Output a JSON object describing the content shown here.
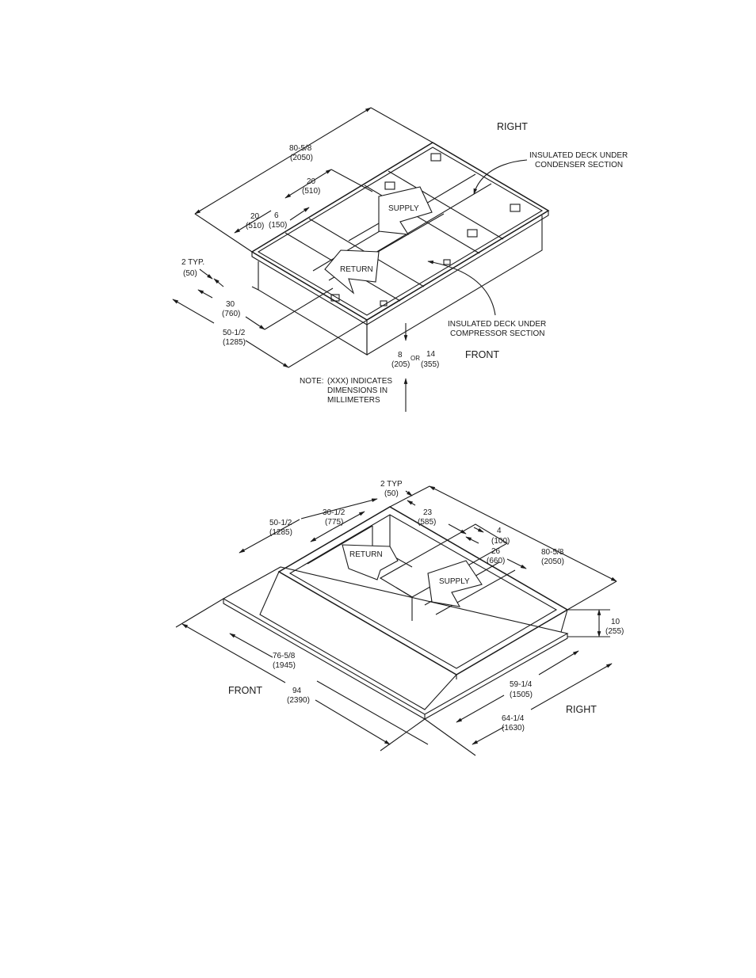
{
  "top": {
    "right": "RIGHT",
    "front": "FRONT",
    "supply": "SUPPLY",
    "return": "RETURN",
    "deck_condenser": [
      "INSULATED DECK UNDER",
      "CONDENSER SECTION"
    ],
    "deck_compressor": [
      "INSULATED DECK UNDER",
      "COMPRESSOR SECTION"
    ],
    "dims": {
      "d80": [
        "80-5/8",
        "(2050)"
      ],
      "d20a": [
        "20",
        "(510)"
      ],
      "d20b": [
        "20",
        "(510)"
      ],
      "d6": [
        "6",
        "(150)"
      ],
      "d2": [
        "2 TYP.",
        "(50)"
      ],
      "d30": [
        "30",
        "(760)"
      ],
      "d50": [
        "50-1/2",
        "(1285)"
      ],
      "d8": [
        "8",
        "(205)"
      ],
      "or": "OR",
      "d14": [
        "14",
        "(355)"
      ]
    },
    "note": [
      "NOTE:",
      "(XXX) INDICATES",
      "DIMENSIONS IN",
      "MILLIMETERS"
    ]
  },
  "bottom": {
    "right": "RIGHT",
    "front": "FRONT",
    "supply": "SUPPLY",
    "return": "RETURN",
    "dims": {
      "d2": [
        "2 TYP",
        "(50)"
      ],
      "d23": [
        "23",
        "(585)"
      ],
      "d4": [
        "4",
        "(100)"
      ],
      "d26": [
        "26",
        "(660)"
      ],
      "d80": [
        "80-5/8",
        "(2050)"
      ],
      "d10": [
        "10",
        "(255)"
      ],
      "d50": [
        "50-1/2",
        "(1285)"
      ],
      "d30": [
        "30-1/2",
        "(775)"
      ],
      "d76": [
        "76-5/8",
        "(1945)"
      ],
      "d94": [
        "94",
        "(2390)"
      ],
      "d59": [
        "59-1/4",
        "(1505)"
      ],
      "d64": [
        "64-1/4",
        "(1630)"
      ]
    }
  }
}
